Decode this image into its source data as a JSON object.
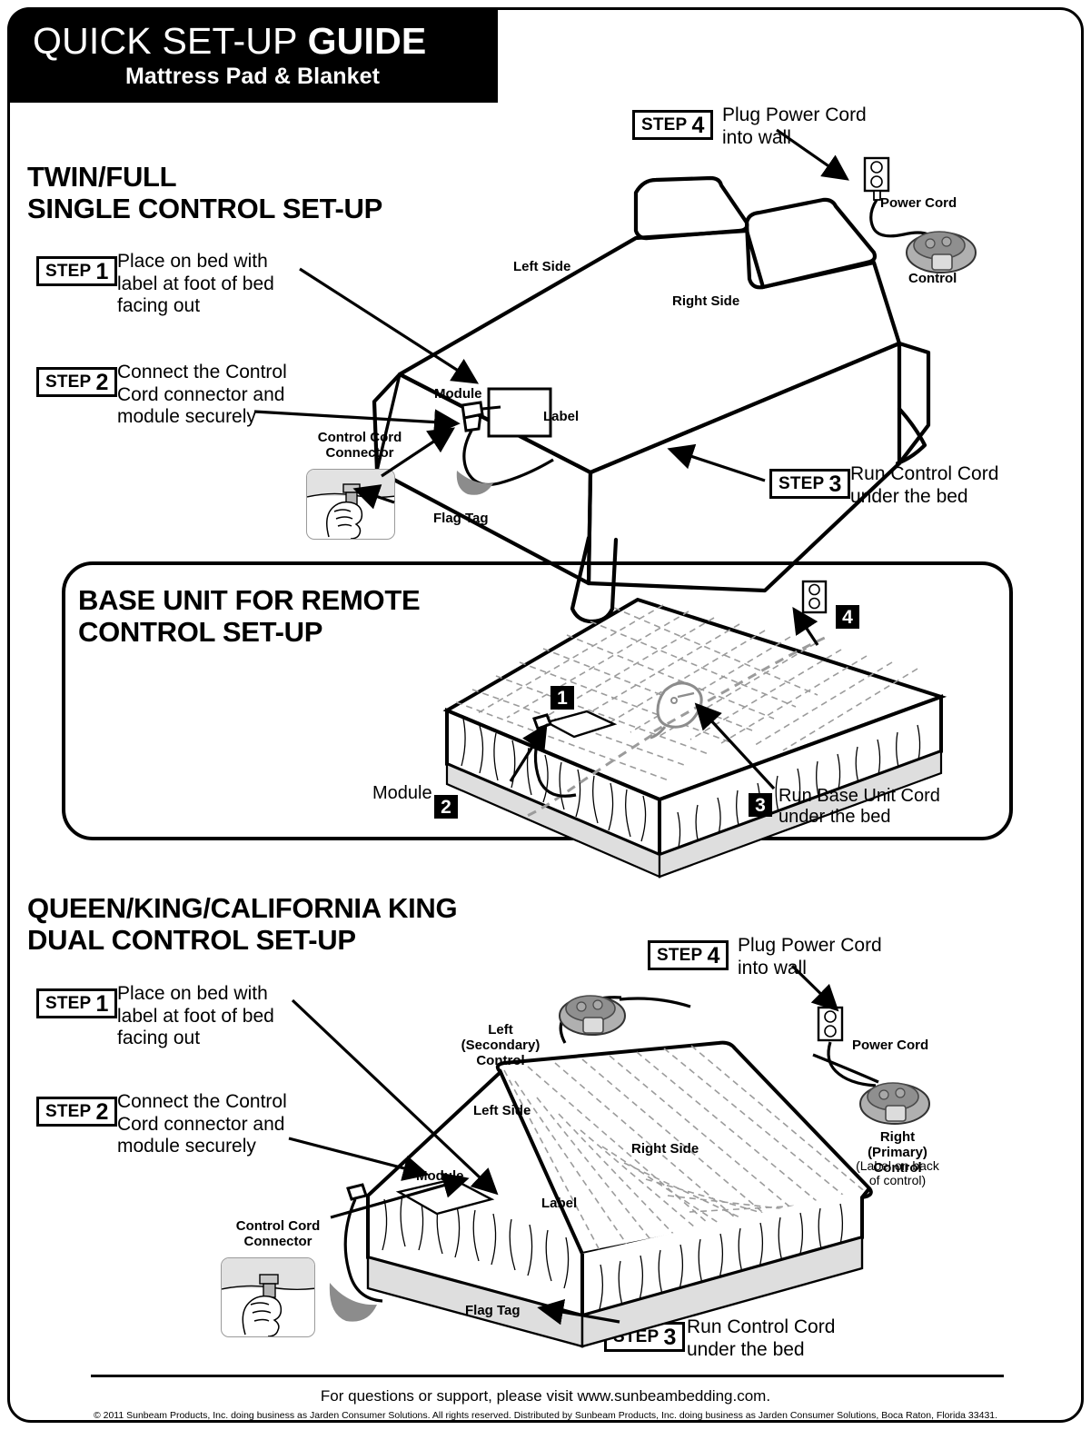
{
  "header": {
    "title_light": "QUICK SET-UP ",
    "title_bold": "GUIDE",
    "subtitle": "Mattress Pad & Blanket"
  },
  "section_single": {
    "title": "TWIN/FULL\nSINGLE CONTROL SET-UP",
    "steps": [
      {
        "word": "STEP",
        "num": "1",
        "text": "Place on bed with\nlabel at foot of bed\nfacing out"
      },
      {
        "word": "STEP",
        "num": "2",
        "text": "Connect the Control\nCord connector and\nmodule securely"
      },
      {
        "word": "STEP",
        "num": "3",
        "text": "Run Control Cord\nunder the bed"
      },
      {
        "word": "STEP",
        "num": "4",
        "text": "Plug Power Cord\ninto wall"
      }
    ],
    "labels": {
      "left_side": "Left Side",
      "right_side": "Right Side",
      "module": "Module",
      "label": "Label",
      "flag_tag": "Flag Tag",
      "control_cord_connector": "Control Cord\nConnector",
      "power_cord": "Power Cord",
      "control": "Control"
    }
  },
  "section_base": {
    "title": "BASE UNIT FOR REMOTE\nCONTROL SET-UP",
    "chips": [
      "1",
      "2",
      "3",
      "4"
    ],
    "labels": {
      "module": "Module",
      "run_cord": "Run Base Unit Cord\nunder the bed"
    }
  },
  "section_dual": {
    "title": "QUEEN/KING/CALIFORNIA KING\nDUAL CONTROL SET-UP",
    "steps": [
      {
        "word": "STEP",
        "num": "1",
        "text": "Place on bed with\nlabel at foot of bed\nfacing out"
      },
      {
        "word": "STEP",
        "num": "2",
        "text": "Connect the Control\nCord connector and\nmodule securely"
      },
      {
        "word": "STEP",
        "num": "3",
        "text": "Run Control Cord\nunder the bed"
      },
      {
        "word": "STEP",
        "num": "4",
        "text": "Plug Power Cord\ninto wall"
      }
    ],
    "labels": {
      "left_secondary_control": "Left (Secondary)\nControl",
      "left_side": "Left Side",
      "right_side": "Right Side",
      "module": "Module",
      "label": "Label",
      "flag_tag": "Flag Tag",
      "control_cord_connector": "Control Cord\nConnector",
      "power_cord": "Power Cord",
      "right_primary_control": "Right\n(Primary) Control",
      "right_primary_note": "(Label on back\nof control)"
    }
  },
  "footer": {
    "support": "For questions or support, please visit www.sunbeambedding.com.",
    "copyright": "© 2011 Sunbeam Products, Inc. doing business as Jarden Consumer Solutions. All rights reserved. Distributed by Sunbeam Products, Inc. doing business as Jarden Consumer Solutions, Boca Raton, Florida 33431."
  },
  "colors": {
    "ink": "#000000",
    "paper": "#ffffff",
    "grey_fill": "#d9d9d9",
    "grid_grey": "#9b9b9b"
  }
}
